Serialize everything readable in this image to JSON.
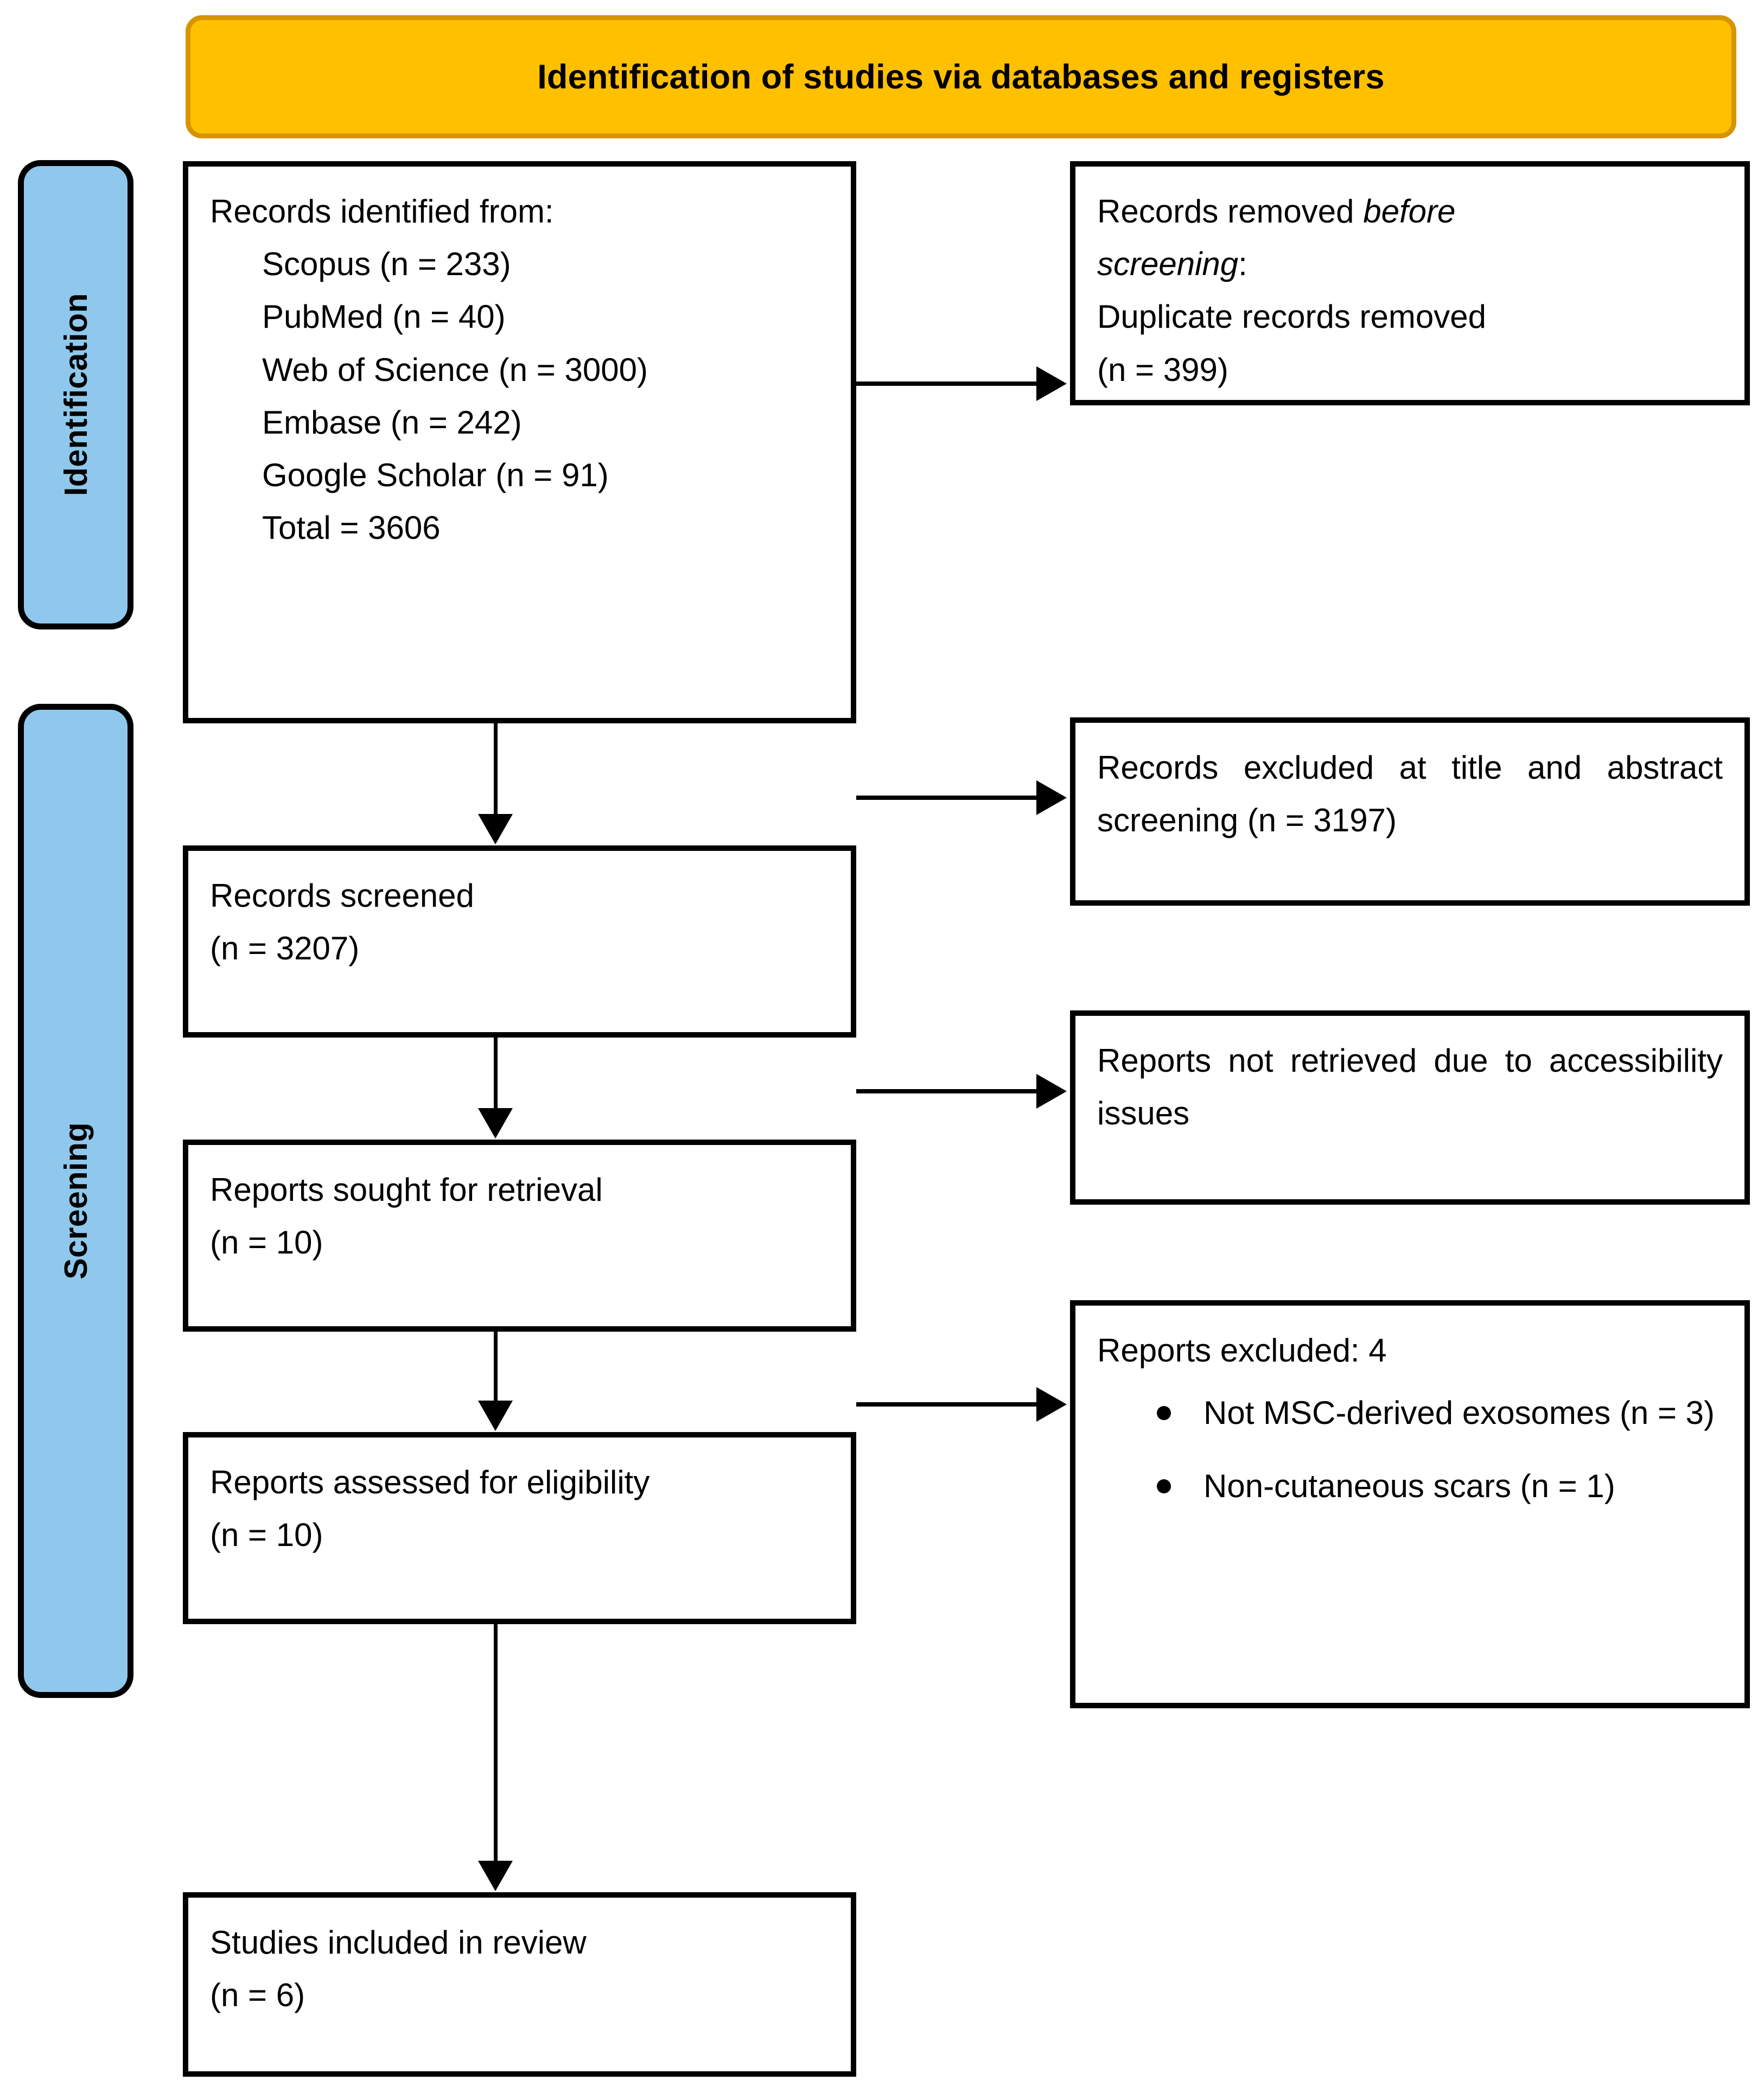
{
  "header": {
    "title": "Identification of studies via databases and registers",
    "fill_color": "#FFC000",
    "border_color": "#D59400"
  },
  "stages": {
    "identification_label": "Identification",
    "screening_label": "Screening",
    "fill_color": "#8FC8EC"
  },
  "boxes": {
    "identified": {
      "title": "Records identified from:",
      "sources": [
        "Scopus (n = 233)",
        "PubMed (n = 40)",
        "Web of Science (n = 3000)",
        "Embase (n = 242)",
        "Google Scholar (n = 91)"
      ],
      "total": "Total = 3606"
    },
    "removed": {
      "line1_prefix": "Records removed ",
      "line1_italic": "before",
      "line2_italic": "screening",
      "line2_suffix": ":",
      "line3": "Duplicate records removed",
      "line4": " (n = 399)"
    },
    "screened": {
      "title": "Records screened",
      "count": "(n = 3207)"
    },
    "excluded_title_abstract": {
      "text": "Records excluded at title and abstract screening (n = 3197)"
    },
    "sought": {
      "title": "Reports sought for retrieval",
      "count": "(n = 10)"
    },
    "not_retrieved": {
      "text": "Reports not retrieved due to accessibility issues"
    },
    "assessed": {
      "title": "Reports assessed for eligibility",
      "count": " (n = 10)"
    },
    "reports_excluded": {
      "title": "Reports excluded: 4",
      "items": [
        {
          "head": "Not MSC-derived",
          "tail": "exosomes (n = 3)"
        },
        {
          "head": "Non-cutaneous scars",
          "tail": "(n = 1)"
        }
      ]
    },
    "included": {
      "title": "Studies included in review",
      "count": "(n = 6)"
    }
  }
}
